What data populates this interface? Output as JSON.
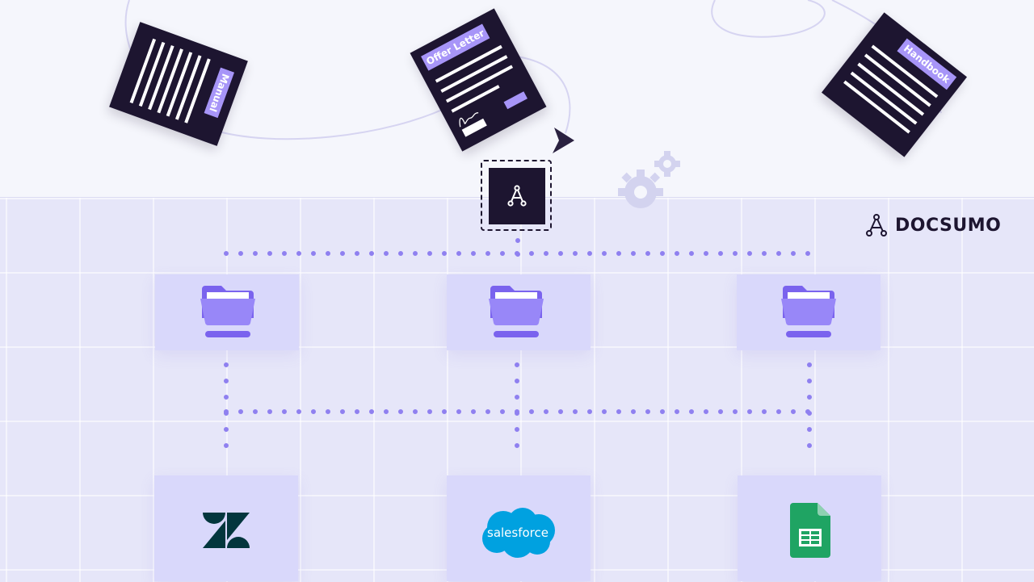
{
  "brand": {
    "name": "DOCSUMO"
  },
  "documents": [
    {
      "label": "Manual",
      "icon": "manual-document"
    },
    {
      "label": "Offer Letter",
      "icon": "offer-letter-document"
    },
    {
      "label": "Handbook",
      "icon": "handbook-document"
    }
  ],
  "folders": [
    "folder-icon",
    "folder-icon",
    "folder-icon"
  ],
  "integrations": [
    {
      "icon": "zendesk-logo"
    },
    {
      "icon": "salesforce-logo",
      "label": "salesforce"
    },
    {
      "icon": "google-sheets-logo"
    }
  ],
  "colors": {
    "dark": "#1d1530",
    "accent": "#a795f8",
    "folder": "#8f80f7",
    "dots": "#8f80f0",
    "zendesk": "#03363d",
    "salesforce": "#00a1e0",
    "sheets": "#1fa463"
  }
}
